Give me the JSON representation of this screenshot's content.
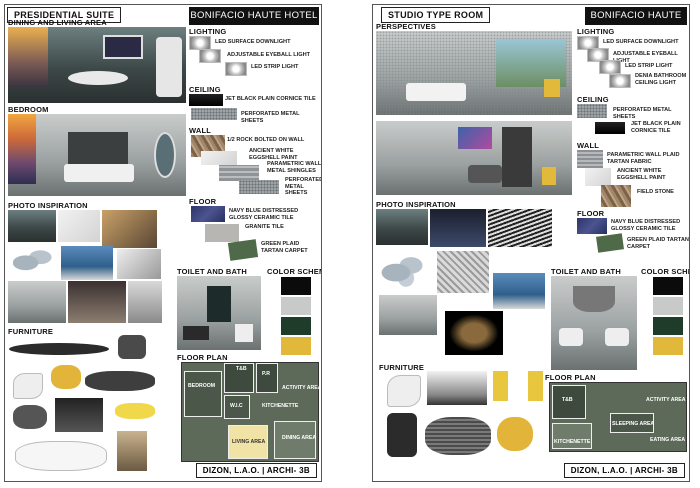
{
  "boards": {
    "left": {
      "title": "PRESIDENTIAL SUITE",
      "hotel": "BONIFACIO HAUTE HOTEL",
      "sections": {
        "dining": "DINING AND LIVING AREA",
        "bedroom": "BEDROOM",
        "photo": "PHOTO INSPIRATION",
        "furniture": "FURNITURE",
        "lighting": "LIGHTING",
        "ceiling": "CEILING",
        "wall": "WALL",
        "floor": "FLOOR",
        "toilet": "TOILET AND BATH",
        "color": "COLOR SCHEME",
        "floorplan": "FLOOR PLAN"
      },
      "lighting_items": [
        "LED SURFACE DOWNLIGHT",
        "ADJUSTABLE EYEBALL LIGHT",
        "LED STRIP LIGHT"
      ],
      "ceiling_items": [
        "JET BLACK PLAIN CORNICE TILE",
        "PERFORATED METAL SHEETS"
      ],
      "wall_items": [
        "1/2 ROCK BOLTED ON WALL",
        "ANCIENT WHITE EGGSHELL PAINT",
        "PARAMETRIC WALL METAL SHINGLES",
        "PERFORATED METAL SHEETS"
      ],
      "floor_items": [
        "NAVY BLUE DISTRESSED GLOSSY CERAMIC TILE",
        "GRANITE TILE",
        "GREEN PLAID TARTAN CARPET"
      ],
      "colors": [
        "#0b0b0b",
        "#c8c9c9",
        "#1f3b2a",
        "#e2b83a"
      ],
      "floorplan_labels": [
        "T&B",
        "P.R",
        "BEDROOM",
        "ACTIVITY AREA",
        "W.I.C",
        "KITCHENETTE",
        "LIVING AREA",
        "DINING AREA"
      ],
      "footer": "DIZON, L.A.O. | ARCHI- 3B"
    },
    "right": {
      "title": "STUDIO TYPE ROOM",
      "hotel": "BONIFACIO HAUTE HOTEL",
      "sections": {
        "perspectives": "PERSPECTIVES",
        "photo": "PHOTO INSPIRATION",
        "furniture": "FURNITURE",
        "lighting": "LIGHTING",
        "ceiling": "CEILING",
        "wall": "WALL",
        "floor": "FLOOR",
        "toilet": "TOILET AND BATH",
        "color": "COLOR SCHEME",
        "floorplan": "FLOOR PLAN"
      },
      "lighting_items": [
        "LED SURFACE DOWNLIGHT",
        "ADJUSTABLE EYEBALL LIGHT",
        "LED STRIP LIGHT",
        "DENIA BATHROOM CEILING LIGHT"
      ],
      "ceiling_items": [
        "PERFORATED METAL SHEETS",
        "JET BLACK PLAIN CORNICE TILE"
      ],
      "wall_items": [
        "PARAMETRIC WALL PLAID TARTAN FABRIC",
        "ANCIENT WHITE EGGSHELL PAINT",
        "FIELD STONE"
      ],
      "floor_items": [
        "NAVY BLUE DISTRESSED GLOSSY CERAMIC TILE",
        "GREEN PLAID TARTAN CARPET"
      ],
      "colors": [
        "#0b0b0b",
        "#c8c9c9",
        "#1f3b2a",
        "#e2b83a"
      ],
      "floorplan_labels": [
        "T&B",
        "ACTIVITY AREA",
        "SLEEPING AREA",
        "KITCHENETTE",
        "EATING AREA"
      ],
      "footer": "DIZON, L.A.O. | ARCHI- 3B"
    }
  }
}
